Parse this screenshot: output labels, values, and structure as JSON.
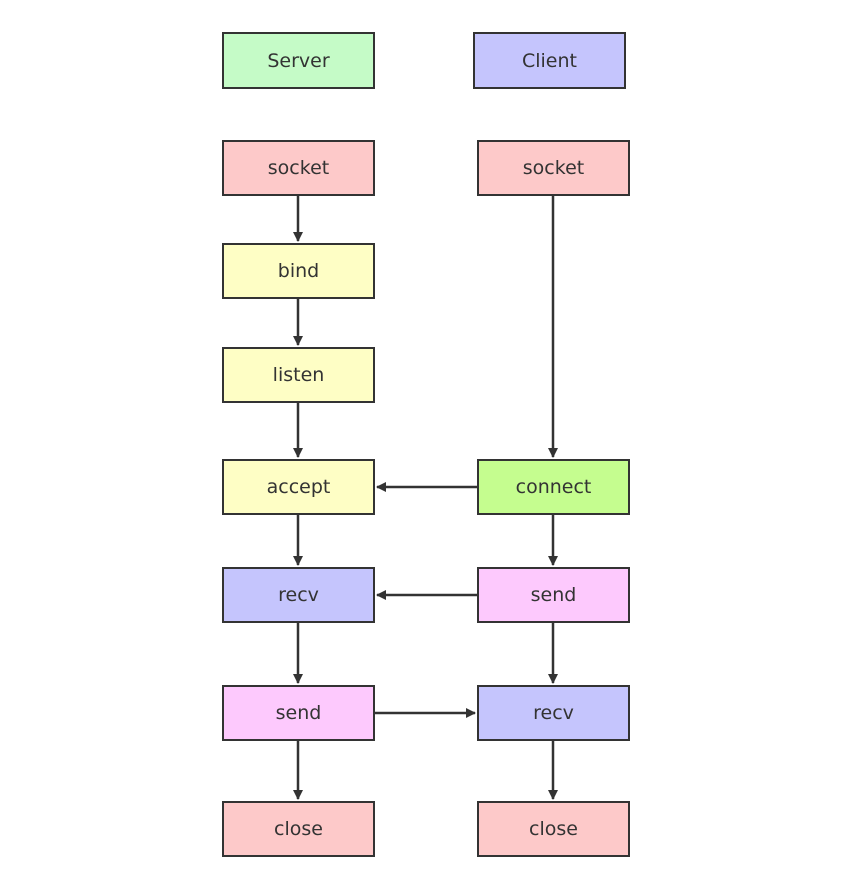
{
  "colors": {
    "header_server": "#c5fbc7",
    "header_client": "#c5c5fd",
    "socket": "#fdc9c9",
    "bind_listen_accept": "#fefec5",
    "connect": "#c5fd8f",
    "recv": "#c5c5fd",
    "send": "#fdc9fd",
    "close": "#fdc9c9",
    "stroke": "#333333"
  },
  "headers": {
    "server": "Server",
    "client": "Client"
  },
  "server": {
    "socket": "socket",
    "bind": "bind",
    "listen": "listen",
    "accept": "accept",
    "recv": "recv",
    "send": "send",
    "close": "close"
  },
  "client": {
    "socket": "socket",
    "connect": "connect",
    "send": "send",
    "recv": "recv",
    "close": "close"
  }
}
